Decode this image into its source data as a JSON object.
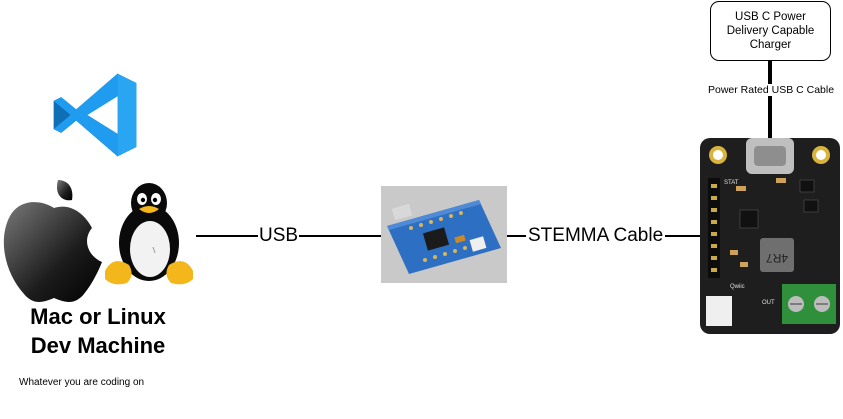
{
  "dev_machine": {
    "title_line1": "Mac or Linux",
    "title_line2": "Dev Machine",
    "subtitle": "Whatever you are coding on",
    "icons": [
      "vscode-logo",
      "apple-logo",
      "tux-penguin"
    ]
  },
  "connections": {
    "usb_label": "USB",
    "stemma_label": "STEMMA Cable",
    "power_cable_label": "Power Rated USB C Cable"
  },
  "charger": {
    "line1": "USB C Power",
    "line2": "Delivery Capable",
    "line3": "Charger"
  },
  "adapter_board": {
    "name": "usb-to-stemma-adapter-board"
  },
  "pd_board": {
    "name": "usb-c-power-delivery-board",
    "silk_stat": "STAT",
    "silk_qwiic": "Qwiic",
    "silk_out": "OUT",
    "inductor_marking": "4R7"
  },
  "colors": {
    "vscode_blue": "#1f9cf0",
    "adapter_pcb": "#2d6fc2",
    "pd_pcb": "#1e1e1e",
    "terminal_green": "#2f8f3a"
  }
}
